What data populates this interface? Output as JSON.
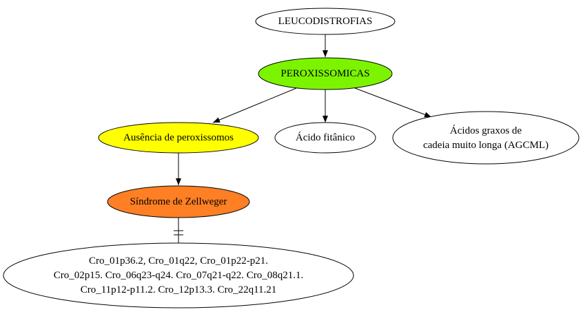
{
  "colors": {
    "white": "#ffffff",
    "green": "#7cf400",
    "yellow": "#ffff00",
    "orange": "#ff7f24",
    "stroke": "#000000"
  },
  "nodes": {
    "leucodistrofias": {
      "lines": [
        "LEUCODISTROFIAS"
      ]
    },
    "peroxissomicas": {
      "lines": [
        "PEROXISSOMICAS"
      ]
    },
    "ausencia": {
      "lines": [
        "Ausência de peroxissomos"
      ]
    },
    "fitanico": {
      "lines": [
        "Ácido fitânico"
      ]
    },
    "agcml": {
      "lines": [
        "Ácidos graxos de",
        "cadeia muito longa (AGCML)"
      ]
    },
    "zellweger": {
      "lines": [
        "Síndrome de Zellweger"
      ]
    },
    "cromossomos": {
      "lines": [
        "Cro_01p36.2, Cro_01q22, Cro_01p22-p21.",
        "Cro_02p15. Cro_06q23-q24. Cro_07q21-q22. Cro_08q21.1.",
        "Cro_11p12-p11.2. Cro_12p13.3. Cro_22q11.21"
      ]
    }
  }
}
